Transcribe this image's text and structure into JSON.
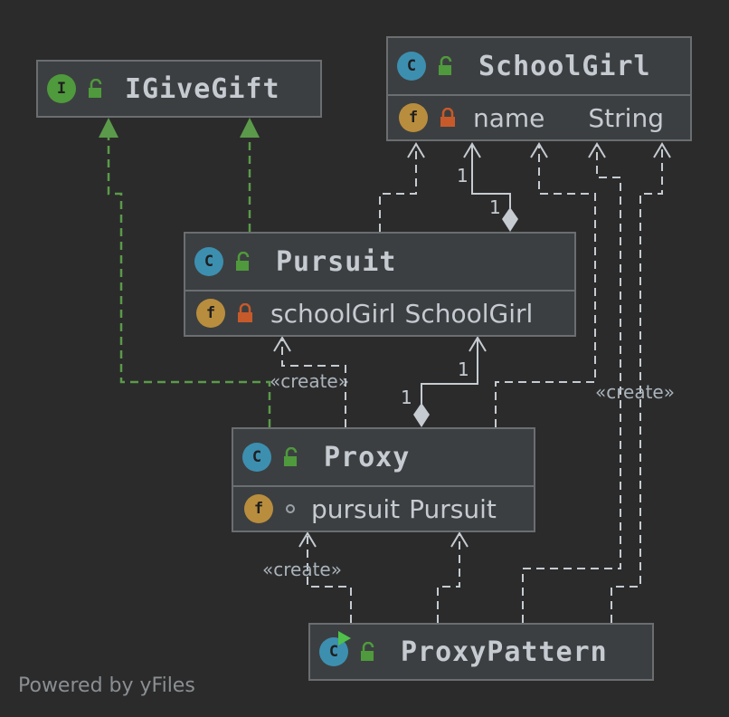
{
  "diagram": {
    "nodes": {
      "igivegift": {
        "kind": "I",
        "name": "IGiveGift"
      },
      "schoolgirl": {
        "kind": "C",
        "name": "SchoolGirl",
        "field": {
          "kind": "f",
          "name": "name",
          "type": "String",
          "visibility": "private"
        }
      },
      "pursuit": {
        "kind": "C",
        "name": "Pursuit",
        "field": {
          "kind": "f",
          "name": "schoolGirl",
          "type": "SchoolGirl",
          "visibility": "private"
        }
      },
      "proxy": {
        "kind": "C",
        "name": "Proxy",
        "field": {
          "kind": "f",
          "name": "pursuit",
          "type": "Pursuit",
          "visibility": "package"
        }
      },
      "proxypattern": {
        "kind": "C",
        "name": "ProxyPattern"
      }
    },
    "edge_labels": {
      "create_proxy_pursuit": "«create»",
      "create_pp_schoolgirl": "«create»",
      "create_pp_proxy": "«create»"
    },
    "multiplicities": {
      "pursuit_schoolgirl_target": "1",
      "pursuit_schoolgirl_source": "1",
      "proxy_pursuit_target": "1",
      "proxy_pursuit_source": "1"
    }
  },
  "colors": {
    "background": "#2b2b2b",
    "node_fill": "#3c3f41",
    "node_border": "#6b6e70",
    "class_icon": "#3d8fb0",
    "interface_icon": "#4f9a3c",
    "field_icon": "#b98d3e",
    "private_lock": "#c75a2a",
    "public_lock": "#4f9a3c",
    "realization_edge": "#5b9a4a",
    "dependency_edge": "#c5cbd1"
  },
  "footer": {
    "watermark": "Powered by yFiles"
  }
}
